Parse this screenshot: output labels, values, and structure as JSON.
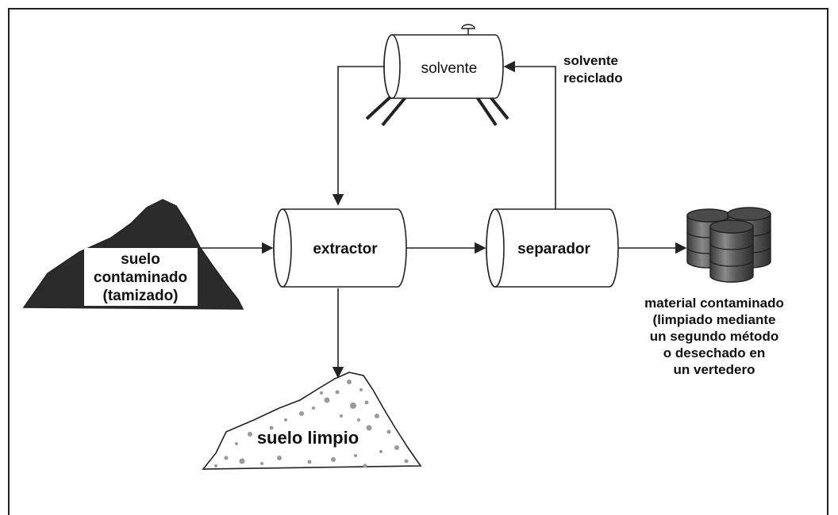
{
  "labels": {
    "solvent_tank": "solvente",
    "recycled_solvent_1": "solvente",
    "recycled_solvent_2": "reciclado",
    "extractor": "extractor",
    "separator": "separador",
    "input_soil_1": "suelo",
    "input_soil_2": "contaminado",
    "input_soil_3": "(tamizado)",
    "clean_soil": "suelo limpio",
    "output_1": "material contaminado",
    "output_2": "(limpiado mediante",
    "output_3": "un segundo método",
    "output_4": "o desechado en",
    "output_5": "un vertedero"
  },
  "colors": {
    "line": "#222222",
    "pile_dark": "#2b2b2b",
    "pile_dots": "#9a9a9a",
    "barrel": "#5a5a5a"
  }
}
